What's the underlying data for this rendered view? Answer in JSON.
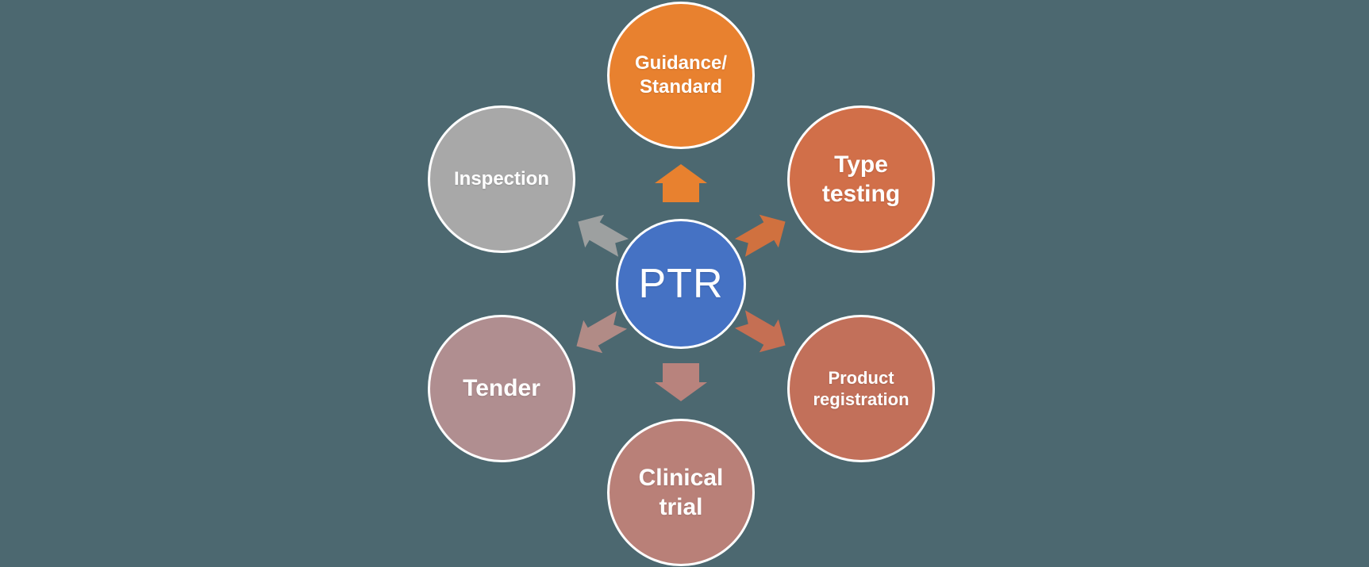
{
  "diagram": {
    "background_color": "#4C6870",
    "center_node": {
      "label": "PTR",
      "color": "#4572C4",
      "text_color": "#FFFFFF"
    },
    "nodes": [
      {
        "id": "guidance-standard",
        "label": "Guidance/\nStandard",
        "color": "#E8812F"
      },
      {
        "id": "type-testing",
        "label": "Type\ntesting",
        "color": "#D16F49"
      },
      {
        "id": "product-registration",
        "label": "Product\nregistration",
        "color": "#C2705A"
      },
      {
        "id": "clinical-trial",
        "label": "Clinical\ntrial",
        "color": "#B98078"
      },
      {
        "id": "tender",
        "label": "Tender",
        "color": "#B08E90"
      },
      {
        "id": "inspection",
        "label": "Inspection",
        "color": "#A8A8A8"
      }
    ],
    "arrows": [
      {
        "id": "arrow-up",
        "direction": "up",
        "color": "#E8812F"
      },
      {
        "id": "arrow-upper-right",
        "direction": "upper-right",
        "color": "#D0713F"
      },
      {
        "id": "arrow-lower-right",
        "direction": "lower-right",
        "color": "#C56F53"
      },
      {
        "id": "arrow-down",
        "direction": "down",
        "color": "#B8837D"
      },
      {
        "id": "arrow-lower-left",
        "direction": "lower-left",
        "color": "#B18B86"
      },
      {
        "id": "arrow-upper-left",
        "direction": "upper-left",
        "color": "#9DA0A0"
      }
    ]
  }
}
